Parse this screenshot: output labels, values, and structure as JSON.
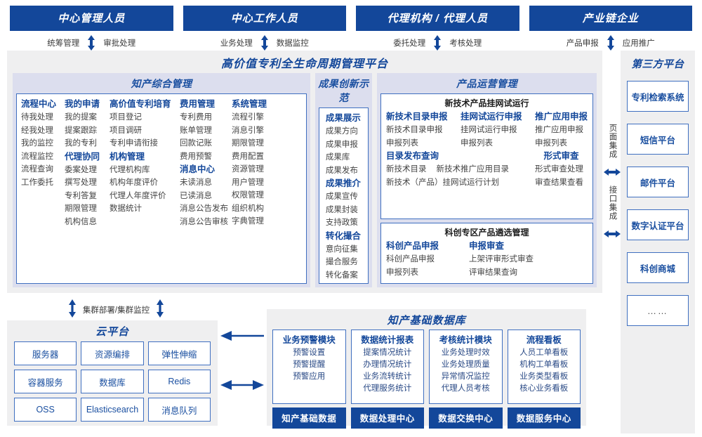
{
  "colors": {
    "brand": "#13479a",
    "accent": "#3f6fc0",
    "panel": "#efeff0",
    "zone": "#dcdeee",
    "link": "#1a4fa0"
  },
  "actors": [
    {
      "title": "中心管理人员",
      "left": "统筹管理",
      "right": "审批处理"
    },
    {
      "title": "中心工作人员",
      "left": "业务处理",
      "right": "数据监控"
    },
    {
      "title": "代理机构 / 代理人员",
      "left": "委托处理",
      "right": "考核处理"
    },
    {
      "title": "产业链企业",
      "left": "产品申报",
      "right": "应用推广"
    }
  ],
  "platform": {
    "title": "高价值专利全生命周期管理平台",
    "zones": [
      {
        "title": "知产综合管理",
        "columns": [
          {
            "groups": [
              {
                "head": "流程中心",
                "items": [
                  "待我处理",
                  "经我处理",
                  "我的监控",
                  "流程监控",
                  "流程查询",
                  "工作委托"
                ]
              }
            ]
          },
          {
            "groups": [
              {
                "head": "我的申请",
                "items": [
                  "我的提案",
                  "提案跟踪",
                  "我的专利"
                ]
              },
              {
                "head": "代理协同",
                "items": [
                  "委案处理",
                  "撰写处理",
                  "专利答复",
                  "期限管理",
                  "机构信息"
                ]
              }
            ]
          },
          {
            "groups": [
              {
                "head": "高价值专利培育",
                "items": [
                  "项目登记",
                  "项目调研",
                  "专利申请衔接"
                ]
              },
              {
                "head": "机构管理",
                "items": [
                  "代理机构库",
                  "机构年度评价",
                  "代理人年度评价",
                  "数据统计"
                ]
              }
            ]
          },
          {
            "groups": [
              {
                "head": "费用管理",
                "items": [
                  "专利费用",
                  "账单管理",
                  "回款记账",
                  "费用预警"
                ]
              },
              {
                "head": "消息中心",
                "items": [
                  "未读消息",
                  "已读消息",
                  "消息公告发布",
                  "消息公告审核"
                ]
              }
            ]
          },
          {
            "groups": [
              {
                "head": "系统管理",
                "items": [
                  "流程引擎",
                  "消息引擎",
                  "期限管理",
                  "费用配置",
                  "资源管理",
                  "用户管理",
                  "权限管理",
                  "组织机构",
                  "字典管理"
                ]
              }
            ]
          }
        ]
      },
      {
        "title": "成果创新示范",
        "groups": [
          {
            "head": "成果展示",
            "items": [
              "成果方向",
              "成果申报",
              "成果库",
              "成果发布"
            ]
          },
          {
            "head": "成果推介",
            "items": [
              "成果宣传",
              "成果封装",
              "支持政策"
            ]
          },
          {
            "head": "转化撮合",
            "items": [
              "意向征集",
              "撮合服务",
              "转化备案"
            ]
          }
        ]
      },
      {
        "title": "产品运营管理",
        "boxes": [
          {
            "title": "新技术产品挂网试运行",
            "columns": [
              {
                "head": "新技术目录申报",
                "items": [
                  "新技术目录申报",
                  "申报列表"
                ]
              },
              {
                "head": "挂网试运行申报",
                "items": [
                  "挂网试运行申报",
                  "申报列表"
                ]
              },
              {
                "head": "推广应用申报",
                "items": [
                  "推广应用申报",
                  "申报列表"
                ]
              }
            ],
            "lower": {
              "left_head": "目录发布查询",
              "left_rows": [
                [
                  "新技术目录",
                  "新技术推广应用目录"
                ],
                [
                  "新技术（产品）挂网试运行计划"
                ]
              ],
              "right_head": "形式审查",
              "right_items": [
                "形式审查处理",
                "审查结果查看"
              ]
            }
          },
          {
            "title": "科创专区产品遴选管理",
            "columns": [
              {
                "head": "科创产品申报",
                "items": [
                  "科创产品申报",
                  "申报列表"
                ]
              },
              {
                "head": "申报审查",
                "items": [
                  "上架评审形式审查",
                  "评审结果查询"
                ]
              }
            ]
          }
        ]
      }
    ]
  },
  "integration": {
    "labels": [
      "页面集成",
      "接口集成"
    ]
  },
  "third_party": {
    "title": "第三方平台",
    "items": [
      "专利检索系统",
      "短信平台",
      "邮件平台",
      "数字认证平台",
      "科创商城",
      "……"
    ]
  },
  "cluster": {
    "label": "集群部署/集群监控"
  },
  "cloud": {
    "title": "云平台",
    "cells": [
      "服务器",
      "资源编排",
      "弹性伸缩",
      "容器服务",
      "数据库",
      "Redis",
      "OSS",
      "Elasticsearch",
      "消息队列"
    ]
  },
  "database": {
    "title": "知产基础数据库",
    "columns": [
      {
        "title": "业务预警模块",
        "items": [
          "预警设置",
          "预警提醒",
          "预警应用"
        ],
        "foot": "知产基础数据"
      },
      {
        "title": "数据统计报表",
        "items": [
          "提案情况统计",
          "办理情况统计",
          "业务流转统计",
          "代理服务统计"
        ],
        "foot": "数据处理中心"
      },
      {
        "title": "考核统计模块",
        "items": [
          "业务处理时效",
          "业务处理质量",
          "异常情况监控",
          "代理人员考核"
        ],
        "foot": "数据交换中心"
      },
      {
        "title": "流程看板",
        "items": [
          "人员工单看板",
          "机构工单看板",
          "业务类型看板",
          "核心业务看板"
        ],
        "foot": "数据服务中心"
      }
    ]
  }
}
